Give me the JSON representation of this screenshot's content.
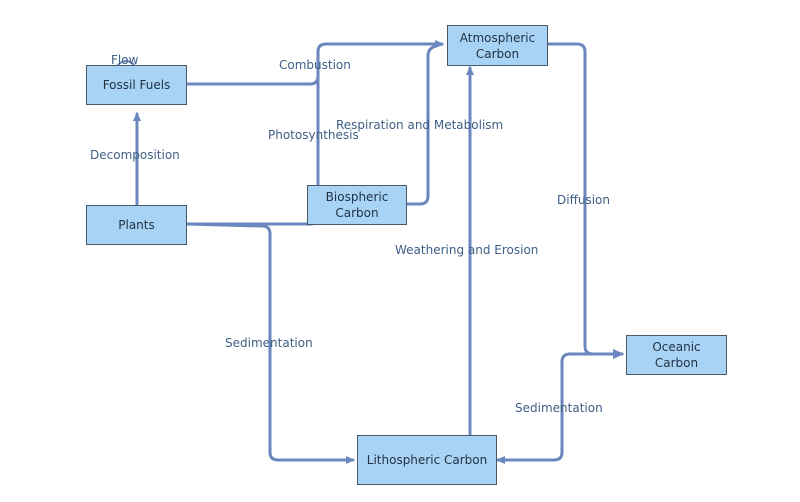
{
  "diagram": {
    "nodes": {
      "atmospheric": "Atmospheric\nCarbon",
      "fossil": "Fossil Fuels",
      "plants": "Plants",
      "biospheric": "Biospheric\nCarbon",
      "oceanic": "Oceanic\nCarbon",
      "lithospheric": "Lithospheric Carbon"
    },
    "edges": {
      "flow": "Flow",
      "combustion": "Combustion",
      "respiration": "Respiration and Metabolism",
      "photosynthesis": "Photosynthesis",
      "decomposition": "Decomposition",
      "diffusion": "Diffusion",
      "weathering": "Weathering and Erosion",
      "sedimentation_left": "Sedimentation",
      "sedimentation_right": "Sedimentation"
    },
    "colors": {
      "connector": "#6b87bf",
      "node_fill": "#a8d3f5",
      "node_border": "#4a5a66",
      "label_text": "#3f5f86"
    }
  }
}
